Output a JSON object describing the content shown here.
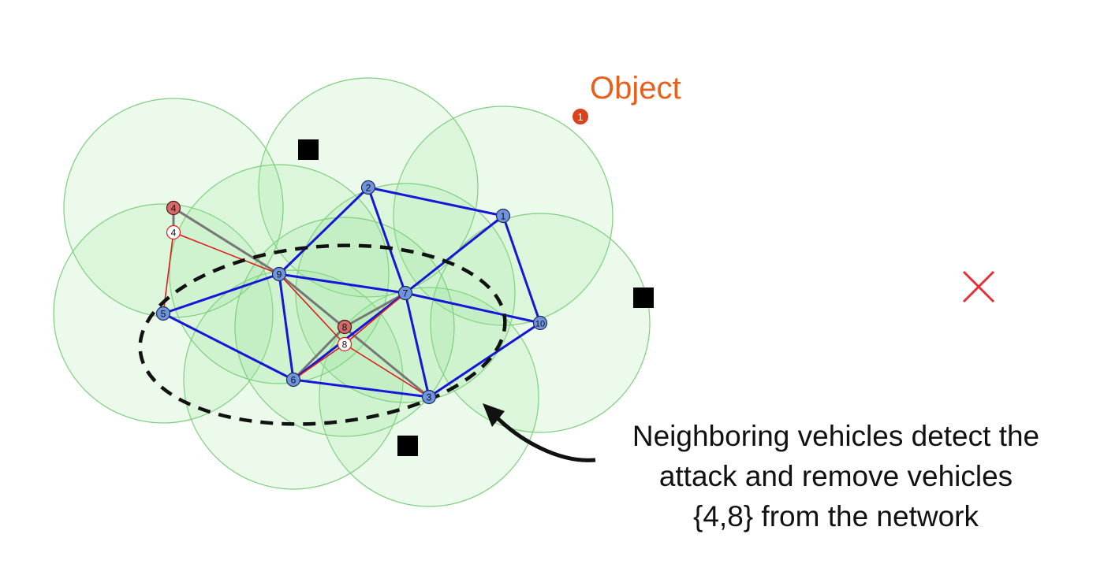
{
  "object": {
    "label": "Object",
    "marker_label": "1",
    "color": "#d9421c",
    "text_color": "#e8611c"
  },
  "caption": {
    "lines": [
      "Neighboring vehicles detect the",
      "attack and remove vehicles",
      "{4,8} from the network"
    ]
  },
  "colors": {
    "coverage_fill": "#8fe08f",
    "coverage_stroke": "#7ccf7c",
    "benign_node": "#6e93df",
    "attacker_node": "#d46a6a",
    "spoofed_node": "#ffffff",
    "benign_link": "#1616d8",
    "attack_link": "#e01c1c",
    "removed_link": "#777777",
    "target_cross": "#e5303a",
    "obstacle": "#000000"
  },
  "vehicles": [
    {
      "id": "1",
      "label": "1",
      "kind": "benign"
    },
    {
      "id": "2",
      "label": "2",
      "kind": "benign"
    },
    {
      "id": "3",
      "label": "3",
      "kind": "benign"
    },
    {
      "id": "5",
      "label": "5",
      "kind": "benign"
    },
    {
      "id": "6",
      "label": "6",
      "kind": "benign"
    },
    {
      "id": "7",
      "label": "7",
      "kind": "benign"
    },
    {
      "id": "9",
      "label": "9",
      "kind": "benign"
    },
    {
      "id": "10",
      "label": "10",
      "kind": "benign"
    },
    {
      "id": "4",
      "label": "4",
      "kind": "attacker"
    },
    {
      "id": "8",
      "label": "8",
      "kind": "attacker"
    },
    {
      "id": "4s",
      "label": "4",
      "kind": "spoofed"
    },
    {
      "id": "8s",
      "label": "8",
      "kind": "spoofed"
    }
  ],
  "links": {
    "benign": [
      [
        "2",
        "1"
      ],
      [
        "2",
        "9"
      ],
      [
        "2",
        "7"
      ],
      [
        "1",
        "7"
      ],
      [
        "1",
        "10"
      ],
      [
        "9",
        "5"
      ],
      [
        "9",
        "7"
      ],
      [
        "9",
        "6"
      ],
      [
        "5",
        "6"
      ],
      [
        "7",
        "10"
      ],
      [
        "7",
        "3"
      ],
      [
        "6",
        "3"
      ],
      [
        "3",
        "10"
      ],
      [
        "6",
        "7"
      ]
    ],
    "attack": [
      [
        "4s",
        "5"
      ],
      [
        "4s",
        "9"
      ],
      [
        "9",
        "8s"
      ],
      [
        "8s",
        "3"
      ],
      [
        "8s",
        "6"
      ],
      [
        "8s",
        "7"
      ]
    ],
    "removed": [
      [
        "4",
        "9"
      ],
      [
        "9",
        "3"
      ],
      [
        "8",
        "6"
      ],
      [
        "8",
        "7"
      ],
      [
        "4",
        "4s"
      ]
    ]
  }
}
